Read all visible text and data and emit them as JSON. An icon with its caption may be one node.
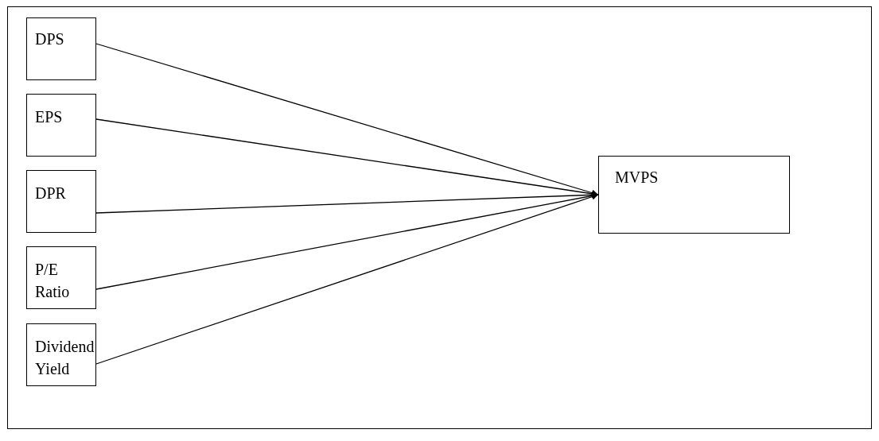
{
  "diagram": {
    "nodes": [
      {
        "text": [
          "DPS"
        ]
      },
      {
        "text": [
          "EPS"
        ]
      },
      {
        "text": [
          "DPR"
        ]
      },
      {
        "text": [
          "P/E Ratio"
        ]
      },
      {
        "text": [
          "Dividend Yield"
        ]
      },
      {
        "text": [
          "MVPS"
        ]
      }
    ],
    "edges": [
      {
        "from": 0,
        "to": 5,
        "arrow": "to"
      },
      {
        "from": 1,
        "to": 5,
        "arrow": "to"
      },
      {
        "from": 2,
        "to": 5,
        "arrow": "to"
      },
      {
        "from": 3,
        "to": 5,
        "arrow": "to"
      },
      {
        "from": 4,
        "to": 5,
        "arrow": "to"
      }
    ]
  }
}
